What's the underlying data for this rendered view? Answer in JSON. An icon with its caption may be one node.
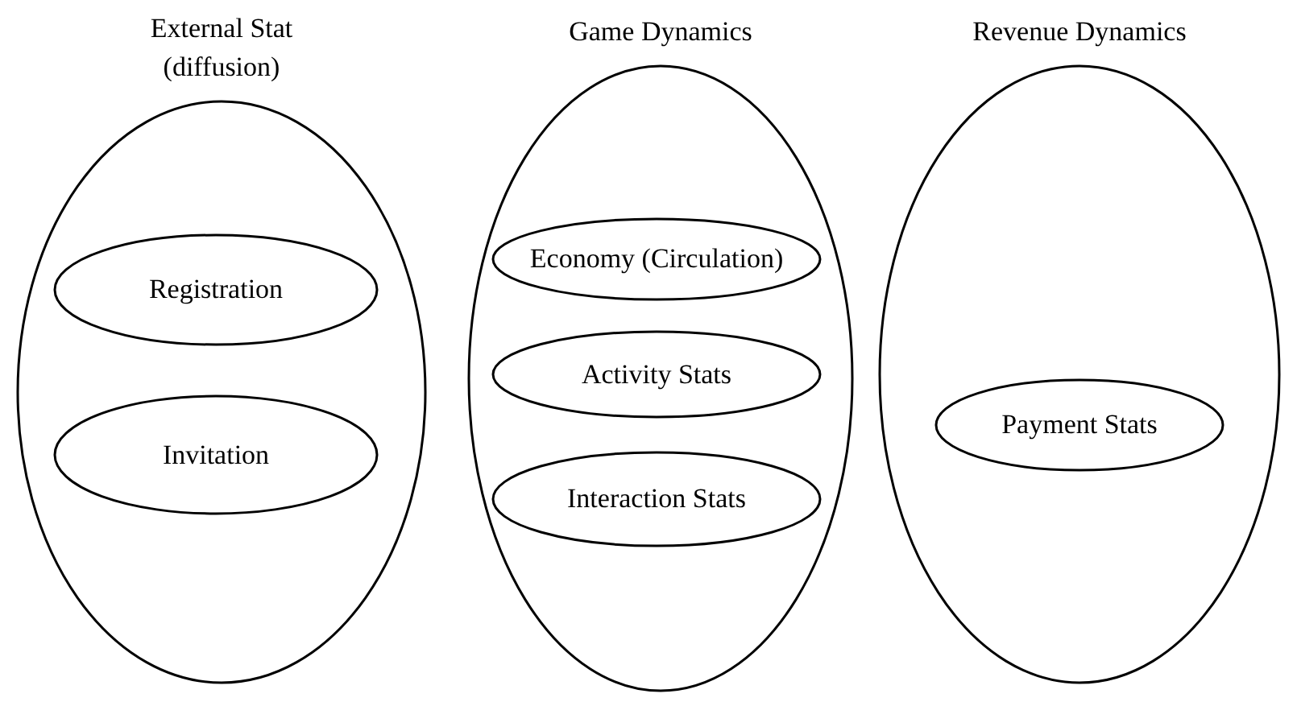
{
  "diagram": {
    "nodes": [
      {
        "text": [
          "External Stat (diffusion)"
        ]
      },
      {
        "text": [
          "Registration"
        ],
        "in": 0
      },
      {
        "text": [
          "Invitation"
        ],
        "in": 0
      },
      {
        "text": [
          "Game Dynamics"
        ]
      },
      {
        "text": [
          "Economy (Circulation)"
        ],
        "in": 3
      },
      {
        "text": [
          "Activity Stats"
        ],
        "in": 3
      },
      {
        "text": [
          "Interaction Stats"
        ],
        "in": 3
      },
      {
        "text": [
          "Revenue Dynamics"
        ]
      },
      {
        "text": [
          "Payment Stats"
        ],
        "in": 7
      }
    ]
  }
}
